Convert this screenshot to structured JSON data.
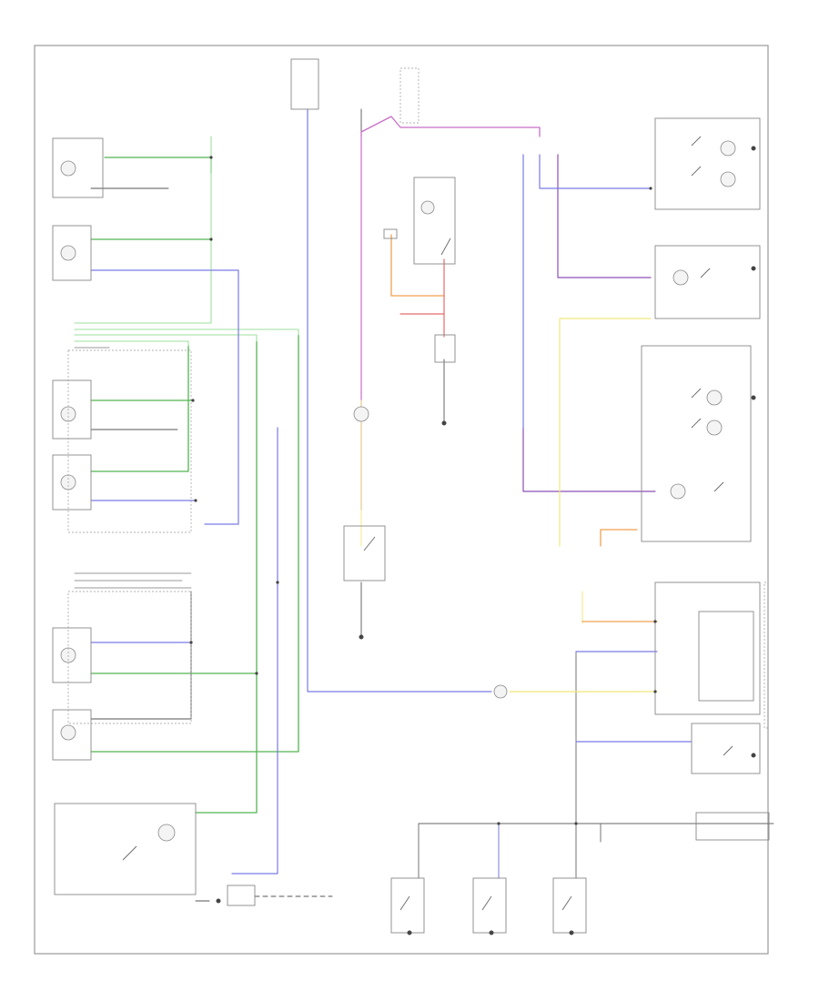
{
  "page": {
    "footer_code": ""
  },
  "colors": {
    "green": "#52b552",
    "light_green": "#9edf9e",
    "blue": "#7a7ae6",
    "purple": "#8a4fb8",
    "magenta": "#c86ec8",
    "yellow": "#f0e87a",
    "orange": "#f0a050",
    "red": "#e86a6a",
    "black": "#555555",
    "grey": "#bbbbbb"
  },
  "components": {
    "lamps_left": [
      {
        "id": "lamp1",
        "label": ""
      },
      {
        "id": "lamp2",
        "label": ""
      },
      {
        "id": "lamp3",
        "label": ""
      },
      {
        "id": "lamp4",
        "label": ""
      },
      {
        "id": "lamp5",
        "label": ""
      },
      {
        "id": "lamp6",
        "label": ""
      },
      {
        "id": "lamp7",
        "label": ""
      }
    ],
    "panel_switch_label": "",
    "bottom_switches": [
      "",
      "",
      ""
    ]
  }
}
